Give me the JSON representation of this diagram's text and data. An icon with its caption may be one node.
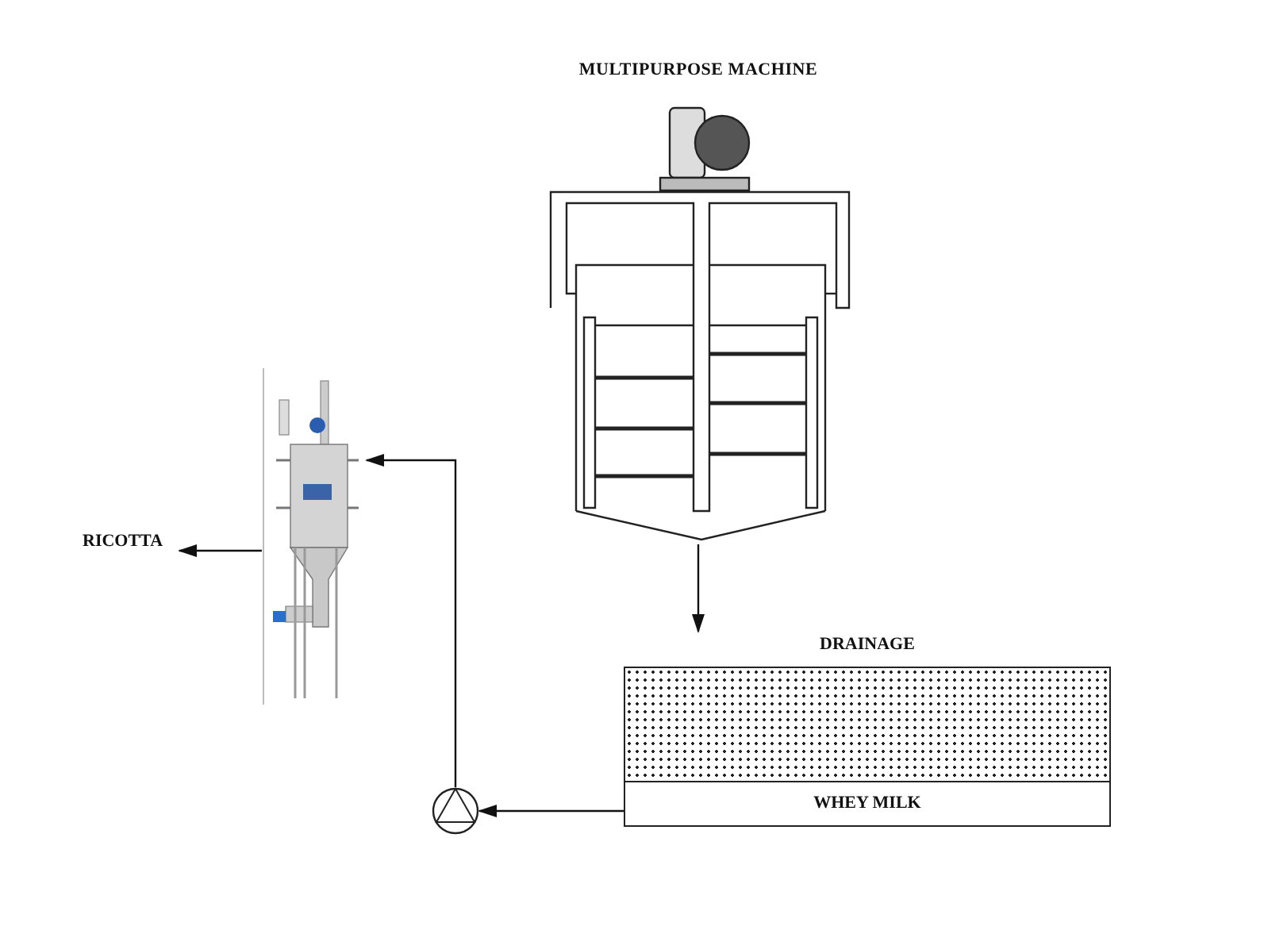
{
  "diagram": {
    "nodes": [
      {
        "text": [
          "MULTIPURPOSE MACHINE"
        ]
      },
      {
        "text": [],
        "shape": "picture"
      },
      {
        "text": [
          "RICOTTA"
        ]
      },
      {
        "text": [
          "DRAINAGE"
        ]
      },
      {
        "text": [
          "WHEY MILK"
        ],
        "in": 3
      },
      {
        "text": [],
        "shape": "circle"
      }
    ],
    "edges": [
      {
        "from": 0,
        "to": 3,
        "arrow": "to"
      },
      {
        "from": 1,
        "to": 2,
        "arrow": "to"
      },
      {
        "from": 4,
        "to": 5,
        "arrow": "to"
      },
      {
        "from": 5,
        "to": 1,
        "arrow": "to"
      }
    ]
  }
}
